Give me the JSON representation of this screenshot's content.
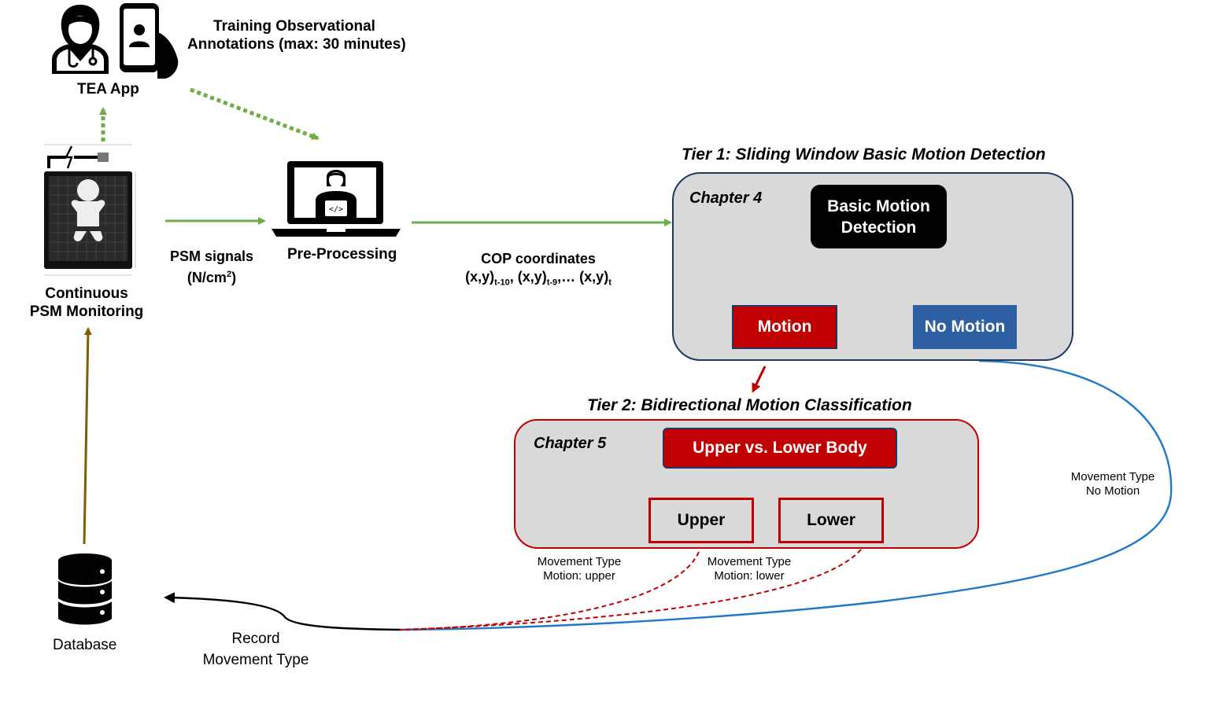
{
  "tea_app": {
    "annotation_text": [
      "Training Observational",
      "Annotations (max: 30 minutes)"
    ],
    "label": "TEA App",
    "icons": [
      "clinician-icon",
      "smartphone-user-icon"
    ]
  },
  "psm": {
    "label_lines": [
      "Continuous",
      "PSM Monitoring"
    ],
    "icon": "pressure-mat-infant-icon"
  },
  "psm_signals": {
    "line1": "PSM signals",
    "line2_pre": "(N/cm",
    "line2_sup": "2",
    "line2_post": ")"
  },
  "preprocessing": {
    "label": "Pre-Processing",
    "icon": "laptop-coder-icon"
  },
  "cop": {
    "title": "COP coordinates",
    "seq": [
      {
        "base": "(x,y)",
        "sub": "t-10"
      },
      {
        "base": ", (x,y)",
        "sub": "t-9"
      },
      {
        "base": ",… (x,y)",
        "sub": "t"
      }
    ]
  },
  "tier1": {
    "title": "Tier 1: Sliding Window Basic Motion Detection",
    "chapter": "Chapter 4",
    "root_lines": [
      "Basic Motion",
      "Detection"
    ],
    "motion": "Motion",
    "no_motion": "No Motion"
  },
  "tier2": {
    "title": "Tier 2: Bidirectional Motion Classification",
    "chapter": "Chapter 5",
    "root": "Upper vs. Lower Body",
    "upper": "Upper",
    "lower": "Lower"
  },
  "movement_labels": {
    "upper": [
      "Movement Type",
      "Motion: upper"
    ],
    "lower": [
      "Movement Type",
      "Motion: lower"
    ],
    "no_motion": [
      "Movement Type",
      "No Motion"
    ]
  },
  "database": {
    "label": "Database",
    "icon": "database-icon"
  },
  "record": {
    "lines": [
      "Record",
      "Movement Type"
    ]
  },
  "colors": {
    "green_arrow": "#70ad47",
    "dark_red": "#c00000",
    "blue": "#2e5fa3",
    "curve_blue": "#1f78c8",
    "olive": "#7f6000",
    "panel_gray": "#d9d9d9",
    "panel_border_blue": "#203864"
  }
}
